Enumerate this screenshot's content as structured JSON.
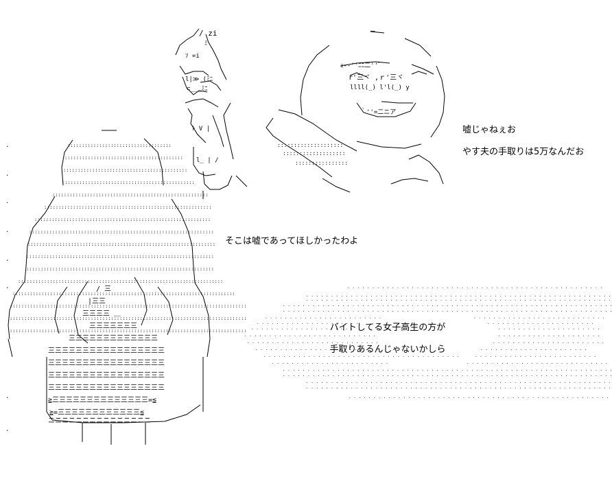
{
  "dialogue": {
    "upper_right_line1": "嘘じゃねぇお",
    "upper_right_line2": "やす夫の手取りは5万なんだお",
    "middle_line": "そこは嘘であってほしかったわよ",
    "bubble_line1": "バイトしてる女子高生の方が",
    "bubble_line2": "手取りあるんじゃないかしら"
  }
}
